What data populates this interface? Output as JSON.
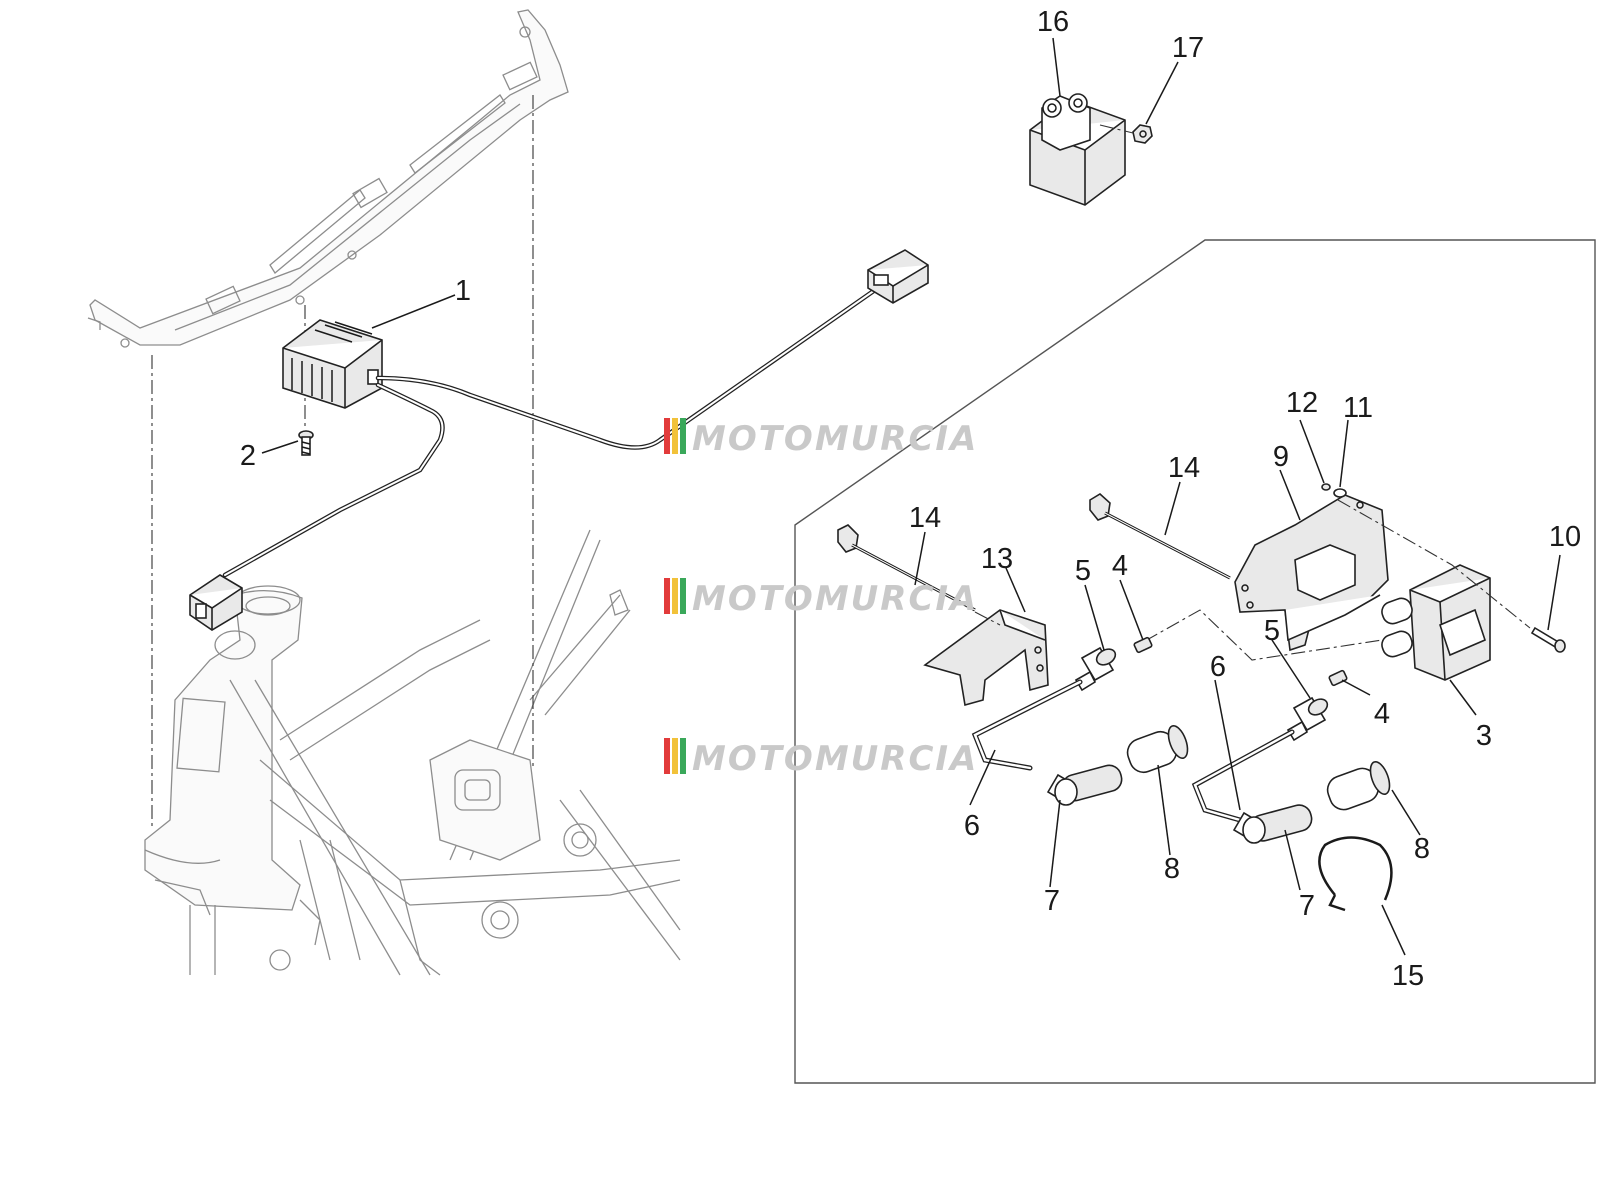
{
  "watermark": {
    "text": "MOTOMURCIA",
    "stripe_colors": [
      "#e23b3b",
      "#f2c23a",
      "#3aa85a"
    ]
  },
  "callouts": [
    {
      "id": "c1",
      "text": "1"
    },
    {
      "id": "c2",
      "text": "2"
    },
    {
      "id": "c3",
      "text": "3"
    },
    {
      "id": "c4a",
      "text": "4"
    },
    {
      "id": "c4b",
      "text": "4"
    },
    {
      "id": "c5a",
      "text": "5"
    },
    {
      "id": "c5b",
      "text": "5"
    },
    {
      "id": "c6a",
      "text": "6"
    },
    {
      "id": "c6b",
      "text": "6"
    },
    {
      "id": "c7a",
      "text": "7"
    },
    {
      "id": "c7b",
      "text": "7"
    },
    {
      "id": "c8a",
      "text": "8"
    },
    {
      "id": "c8b",
      "text": "8"
    },
    {
      "id": "c9",
      "text": "9"
    },
    {
      "id": "c10",
      "text": "10"
    },
    {
      "id": "c11",
      "text": "11"
    },
    {
      "id": "c12",
      "text": "12"
    },
    {
      "id": "c13",
      "text": "13"
    },
    {
      "id": "c14a",
      "text": "14"
    },
    {
      "id": "c14b",
      "text": "14"
    },
    {
      "id": "c15",
      "text": "15"
    },
    {
      "id": "c16",
      "text": "16"
    },
    {
      "id": "c17",
      "text": "17"
    }
  ]
}
